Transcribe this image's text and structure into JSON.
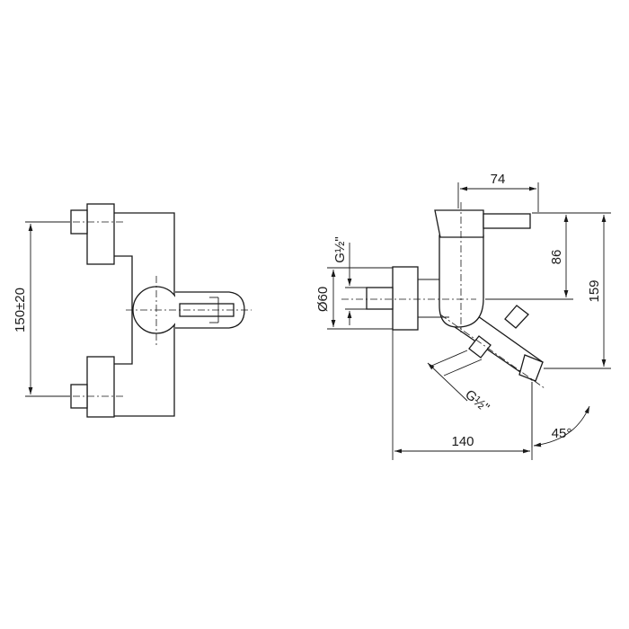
{
  "dimensions": {
    "inlet_spacing": "150±20",
    "handle_depth": "74",
    "handle_height": "86",
    "total_height": "159",
    "body_diameter": "Ø60",
    "inlet_thread": "G½\"",
    "outlet_thread": "G½\"",
    "projection": "140",
    "spout_angle": "45°"
  }
}
